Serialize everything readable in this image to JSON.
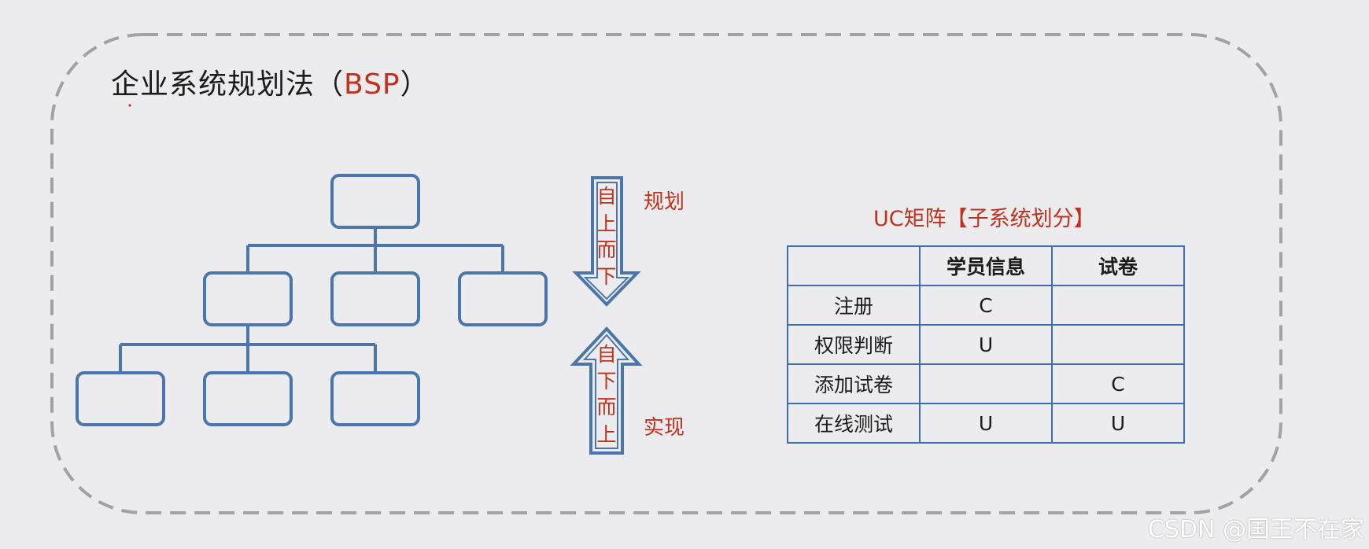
{
  "title": {
    "main": "企业系统规划法（",
    "accent": "BSP",
    "close": "）"
  },
  "arrows": {
    "down_chars": [
      "自",
      "上",
      "而",
      "下"
    ],
    "down_label": "规划",
    "up_chars": [
      "自",
      "下",
      "而",
      "上"
    ],
    "up_label": "实现"
  },
  "uc_matrix": {
    "title": "UC矩阵【子系统划分】",
    "headers": [
      "",
      "学员信息",
      "试卷"
    ],
    "rows": [
      {
        "label": "注册",
        "cells": [
          "C",
          ""
        ]
      },
      {
        "label": "权限判断",
        "cells": [
          "U",
          ""
        ]
      },
      {
        "label": "添加试卷",
        "cells": [
          "",
          "C"
        ]
      },
      {
        "label": "在线测试",
        "cells": [
          "U",
          "U"
        ]
      }
    ]
  },
  "watermark": "CSDN @国王不在家",
  "colors": {
    "accent": "#c0321e",
    "box_stroke": "#4a76ab",
    "border_dash": "#a2a2a2"
  }
}
